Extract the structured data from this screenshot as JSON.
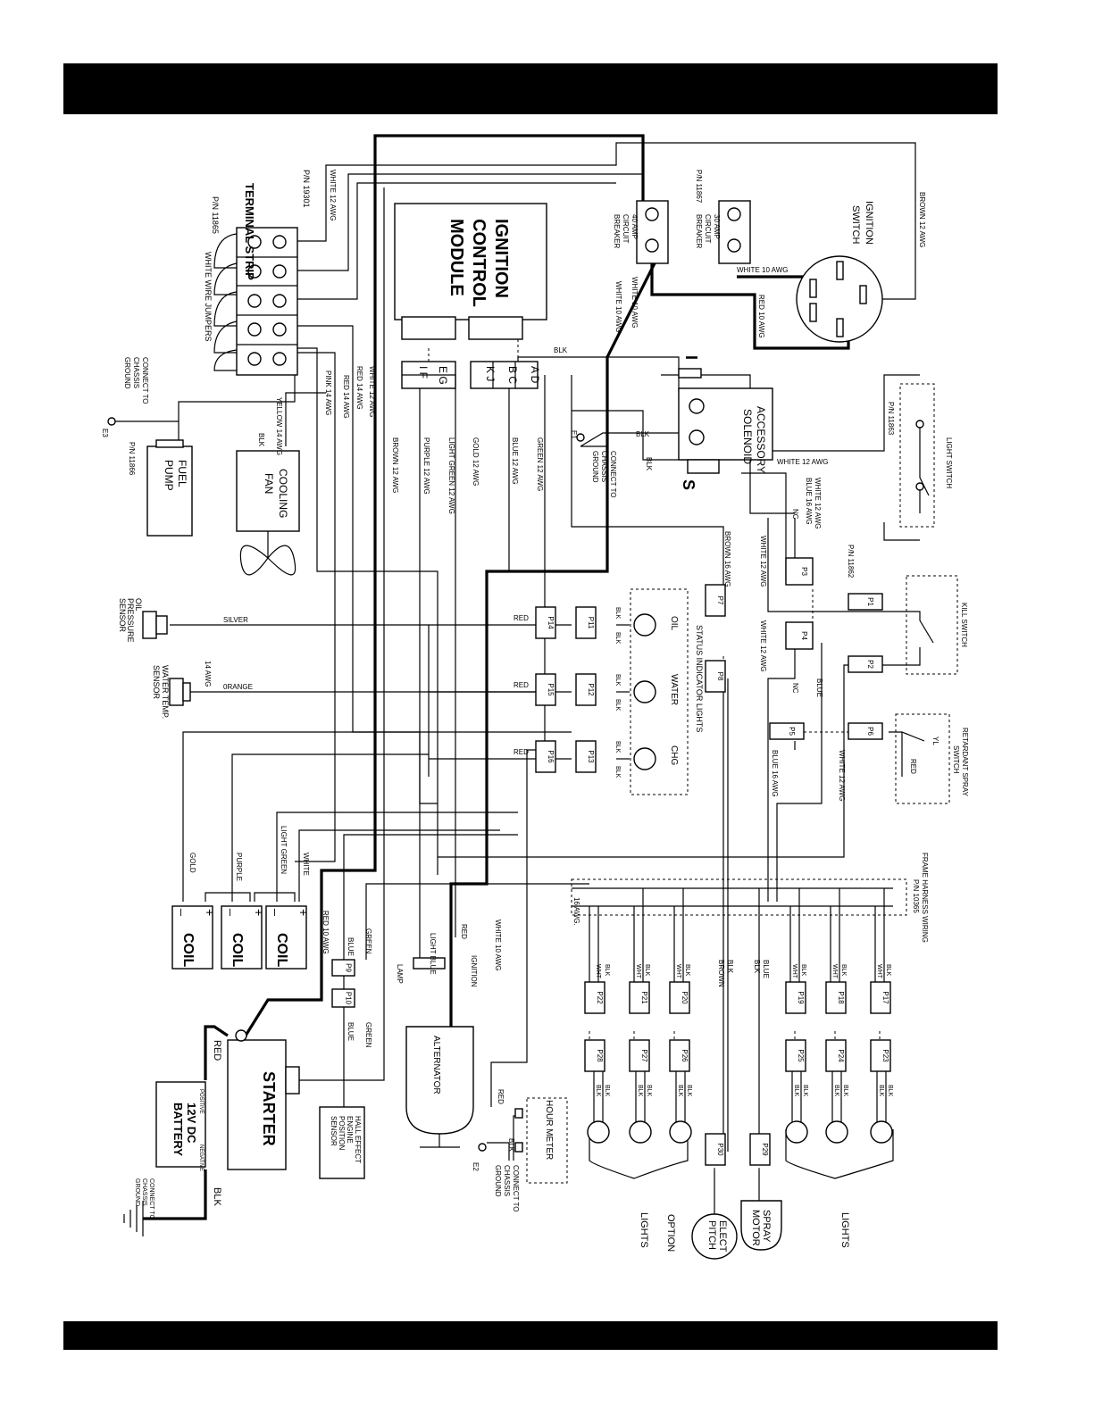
{
  "page": {
    "top_bar_text": "",
    "bottom_bar_text": ""
  },
  "components": {
    "terminal_strip": {
      "title": "TERMINAL STRIP",
      "pn_strip": "P/N 11865",
      "pn_jumper": "P/N 19301",
      "jumpers": "WHITE WIRE JUMPERS"
    },
    "ignition_module": {
      "title_1": "IGNITION",
      "title_2": "CONTROL",
      "title_3": "MODULE"
    },
    "module_pins": {
      "left": [
        "E G",
        "I F"
      ],
      "right": [
        "A D",
        "B C",
        "K J"
      ]
    },
    "breaker_40": {
      "label_1": "40 AMP",
      "label_2": "CIRCUIT",
      "label_3": "BREAKER"
    },
    "breaker_30": {
      "label_1": "30 AMP",
      "label_2": "CIRCUIT",
      "label_3": "BREAKER"
    },
    "breaker_pn": "P/N 11867",
    "ignition_switch": {
      "label_1": "IGNITION",
      "label_2": "SWITCH"
    },
    "accessory_solenoid": {
      "label_1": "ACCESSORY",
      "label_2": "SOLENOID",
      "terminal_i": "I",
      "terminal_s": "S"
    },
    "light_switch": {
      "label": "LIGHT SWITCH",
      "pn": "P/N 11863"
    },
    "kill_switch": {
      "label": "KILL SWITCH"
    },
    "retardant_switch": {
      "label_1": "RETARDANT SPRAY",
      "label_2": "SWITCH",
      "yl": "YL",
      "red": "RED"
    },
    "fuel_pump": {
      "label_1": "FUEL",
      "label_2": "PUMP",
      "pn": "P/N 11866"
    },
    "cooling_fan": {
      "label_1": "COOLING",
      "label_2": "FAN"
    },
    "oil_sensor": {
      "label_1": "OIL",
      "label_2": "PRESSURE",
      "label_3": "SENSOR"
    },
    "water_sensor": {
      "label_1": "WATER TEMP.",
      "label_2": "SENSOR"
    },
    "status_lights": {
      "title": "STATUS INDICATOR LIGHTS",
      "oil": "OIL",
      "water": "WATER",
      "chg": "CHG"
    },
    "coils": [
      "COIL",
      "COIL",
      "COIL"
    ],
    "coil_plus": "+",
    "coil_minus": "_",
    "starter": "STARTER",
    "battery": {
      "label_1": "12V DC",
      "label_2": "BATTERY",
      "positive": "POSITIVE",
      "negative": "NEGATIVE"
    },
    "hall_sensor": {
      "label_1": "HALL EFFECT",
      "label_2": "ENGINE",
      "label_3": "POSITION",
      "label_4": "SENSOR"
    },
    "alternator": "ALTERNATOR",
    "hour_meter": "HOUR METER",
    "frame_harness": {
      "label_1": "FRAME HARNESS WIRING",
      "label_2": "P/N 10365",
      "gauge": "16 AWG."
    },
    "spray_motor": {
      "label_1": "SPRAY",
      "label_2": "MOTOR"
    },
    "elect_pitch": {
      "label_1": "ELECT",
      "label_2": "PITCH"
    },
    "option": "OPTION",
    "lights": "LIGHTS",
    "ground_note": {
      "l1": "CONNECT TO",
      "l2": "CHASSIS",
      "l3": "GROUND"
    },
    "ground_ids": [
      "E1",
      "E2",
      "E3"
    ],
    "lamp": "LAMP",
    "ignition": "IGNITION",
    "nc": "NC",
    "pn_11862": "P/N 11862"
  },
  "connectors": [
    "P1",
    "P2",
    "P3",
    "P4",
    "P5",
    "P6",
    "P7",
    "P8",
    "P9",
    "P10",
    "P11",
    "P12",
    "P13",
    "P14",
    "P15",
    "P16",
    "P17",
    "P18",
    "P19",
    "P20",
    "P21",
    "P22",
    "P23",
    "P24",
    "P25",
    "P26",
    "P27",
    "P28",
    "P29",
    "P30"
  ],
  "wires": {
    "white_12": "WHITE 12 AWG",
    "white_10": "WHITE 10 AWG",
    "red_10": "RED 10 AWG",
    "brown_12": "BROWN 12 AWG",
    "brown_16": "BROWN 16 AWG",
    "blue_16": "BLUE 16 AWG",
    "yellow_14": "YELLOW 14 AWG",
    "pink_14": "PINK 14 AWG",
    "red_14": "RED 14 AWG",
    "white_14": "WHITE 12 AWG",
    "purple_12": "PURPLE 12 AWG",
    "light_green_12": "LIGHT GREEN 12 AWG",
    "gold_12": "GOLD 12 AWG",
    "blue_12": "BLUE 12 AWG",
    "green_12": "GREEN 12 AWG",
    "awg_14": "14 AWG",
    "silver": "SILVER",
    "orange": "0RANGE",
    "blk": "BLK",
    "red": "RED",
    "blue": "BLUE",
    "green": "GREEN",
    "wht": "WHT",
    "brown": "BROWN",
    "gold": "GOLD",
    "purple": "PURPLE",
    "light_green": "LIGHT GREEN",
    "white": "WHITE",
    "light_blue": "LIGHT BLUE"
  }
}
